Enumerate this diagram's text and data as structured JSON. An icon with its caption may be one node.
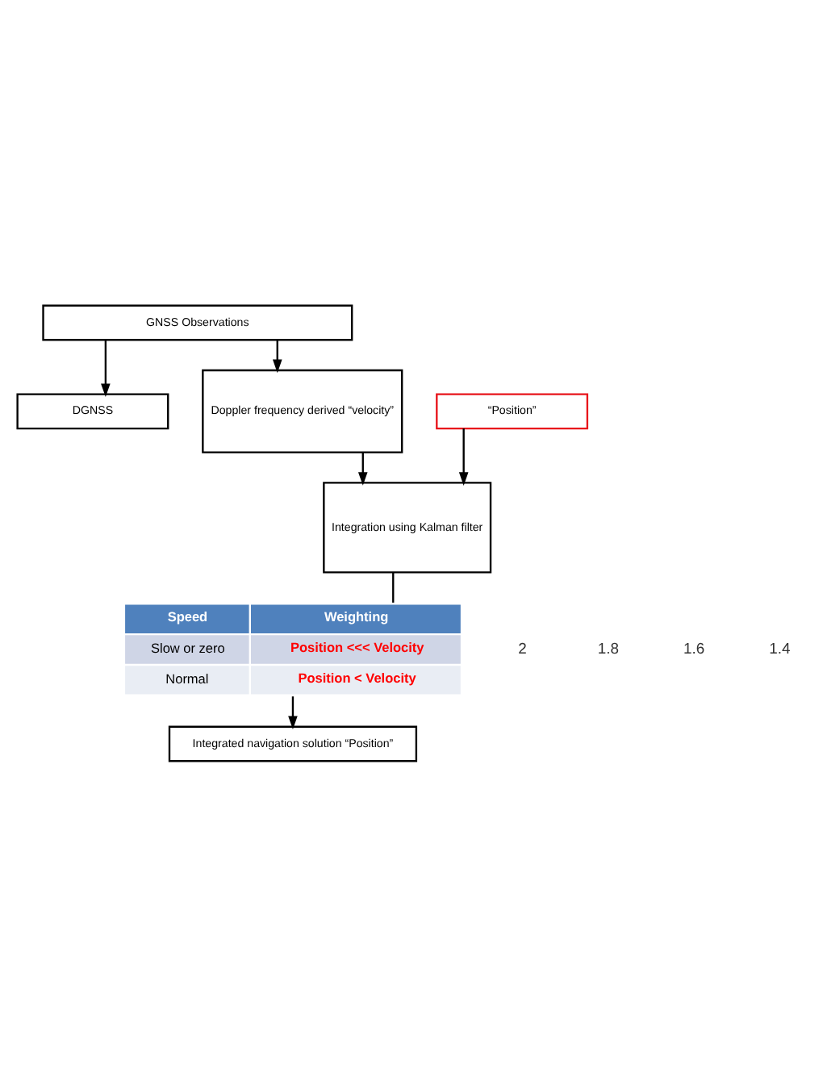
{
  "diagram": {
    "nodes": [
      {
        "text": [
          "GNSS Observations"
        ]
      },
      {
        "text": [
          "DGNSS"
        ]
      },
      {
        "text": [
          "“Position”"
        ]
      },
      {
        "text": [
          "Doppler frequency derived “velocity”"
        ]
      },
      {
        "text": [
          "Integration using Kalman filter"
        ]
      },
      {
        "text": [
          "Speed",
          "Weighting",
          "Slow or zero",
          "Position <<< Velocity",
          "Normal",
          "Position < Velocity"
        ]
      },
      {
        "text": [
          "Integrated navigation solution “Position”"
        ]
      }
    ],
    "edges": [
      {
        "from": 0,
        "to": 1,
        "arrow": "to"
      },
      {
        "from": 0,
        "to": 3,
        "arrow": "to"
      },
      {
        "from": 2,
        "to": 4,
        "arrow": "to"
      },
      {
        "from": 3,
        "to": 4,
        "arrow": "to"
      },
      {
        "from": 4,
        "to": 5,
        "arrow": "none"
      },
      {
        "from": 5,
        "to": 6,
        "arrow": "to"
      }
    ],
    "labels": [
      "2",
      "1.8",
      "1.6",
      "1.4"
    ]
  }
}
